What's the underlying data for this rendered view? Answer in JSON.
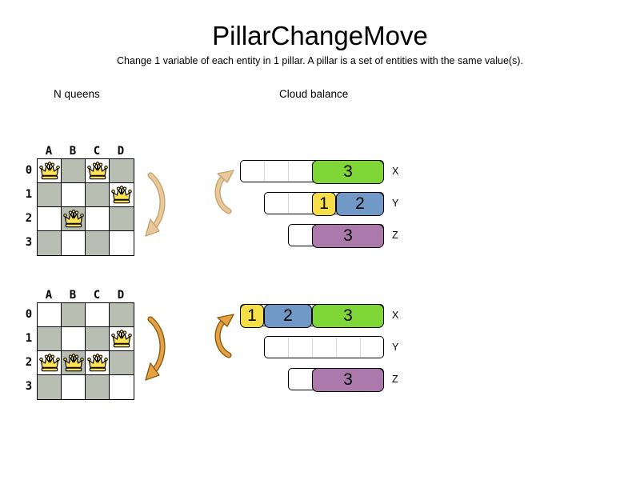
{
  "header": {
    "title": "PillarChangeMove",
    "subtitle": "Change 1 variable of each entity in 1 pillar. A pillar is a set of entities with the same value(s)."
  },
  "sections": {
    "left_label": "N queens",
    "right_label": "Cloud balance"
  },
  "colors": {
    "board_gray": "#b9beb2",
    "queen_gold": "#ffe24d",
    "green": "#7ed637",
    "yellow": "#f6de49",
    "blue": "#7099c8",
    "purple": "#ab79ab",
    "arrow_tan_fill": "#e9c89c",
    "arrow_tan_edge": "#c8a36b",
    "arrow_orange_fill": "#e5a143",
    "arrow_orange_edge": "#8a5c10"
  },
  "boards": [
    {
      "state": "before",
      "columns": [
        "A",
        "B",
        "C",
        "D"
      ],
      "rows": [
        "0",
        "1",
        "2",
        "3"
      ],
      "queens": [
        [
          0,
          0
        ],
        [
          2,
          0
        ],
        [
          3,
          1
        ],
        [
          1,
          2
        ]
      ]
    },
    {
      "state": "after",
      "columns": [
        "A",
        "B",
        "C",
        "D"
      ],
      "rows": [
        "0",
        "1",
        "2",
        "3"
      ],
      "queens": [
        [
          3,
          1
        ],
        [
          0,
          2
        ],
        [
          1,
          2
        ],
        [
          2,
          2
        ]
      ]
    }
  ],
  "cloud": [
    {
      "state": "before",
      "bars": [
        {
          "label": "X",
          "capacity": 6,
          "blocks": [
            {
              "value": "3",
              "size": 3,
              "offset": 3,
              "color": "green"
            }
          ]
        },
        {
          "label": "Y",
          "capacity": 5,
          "blocks": [
            {
              "value": "1",
              "size": 1,
              "offset": 2,
              "color": "yellow"
            },
            {
              "value": "2",
              "size": 2,
              "offset": 3,
              "color": "blue"
            }
          ]
        },
        {
          "label": "Z",
          "capacity": 4,
          "blocks": [
            {
              "value": "3",
              "size": 3,
              "offset": 1,
              "color": "purple"
            }
          ]
        }
      ]
    },
    {
      "state": "after",
      "bars": [
        {
          "label": "X",
          "capacity": 6,
          "blocks": [
            {
              "value": "1",
              "size": 1,
              "offset": 0,
              "color": "yellow"
            },
            {
              "value": "2",
              "size": 2,
              "offset": 1,
              "color": "blue"
            },
            {
              "value": "3",
              "size": 3,
              "offset": 3,
              "color": "green"
            }
          ]
        },
        {
          "label": "Y",
          "capacity": 5,
          "blocks": []
        },
        {
          "label": "Z",
          "capacity": 4,
          "blocks": [
            {
              "value": "3",
              "size": 3,
              "offset": 1,
              "color": "purple"
            }
          ]
        }
      ]
    }
  ]
}
